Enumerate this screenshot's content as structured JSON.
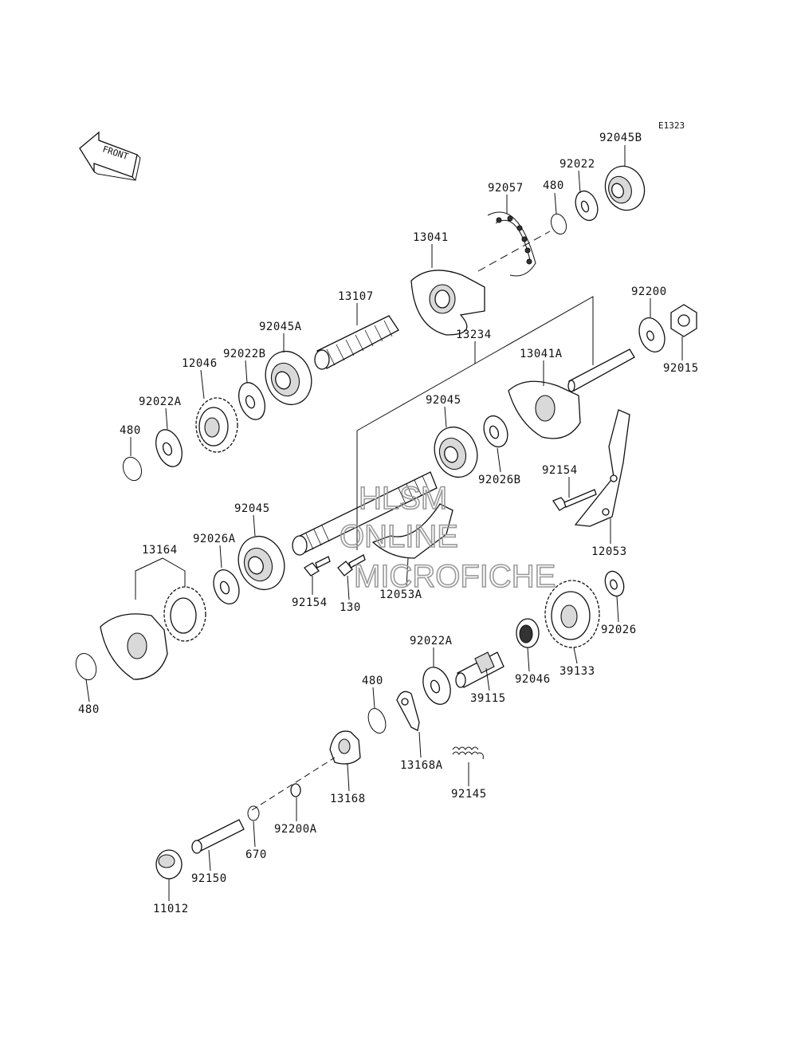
{
  "diagram_code": "E1323",
  "front_label": "FRONT",
  "watermark": [
    "HLSM",
    "ONLINE",
    "MICROFICHE"
  ],
  "part_labels": {
    "p92045B": "92045B",
    "p92022": "92022",
    "p480_top": "480",
    "p92057": "92057",
    "p13041": "13041",
    "p13107": "13107",
    "p92045A": "92045A",
    "p92022B": "92022B",
    "p12046": "12046",
    "p92022A_top": "92022A",
    "p480_left": "480",
    "p13234": "13234",
    "p92200": "92200",
    "p92015": "92015",
    "p13041A": "13041A",
    "p92045_mid": "92045",
    "p92026B": "92026B",
    "p92154_right": "92154",
    "p12053": "12053",
    "p92045_left": "92045",
    "p92026A": "92026A",
    "p13164": "13164",
    "p92154_mid": "92154",
    "p130": "130",
    "p12053A": "12053A",
    "p92026": "92026",
    "p39133": "39133",
    "p92046": "92046",
    "p39115": "39115",
    "p92022A_low": "92022A",
    "p480_bottomleft": "480",
    "p480_low": "480",
    "p13168A": "13168A",
    "p92145": "92145",
    "p13168": "13168",
    "p92200A": "92200A",
    "p670": "670",
    "p92150": "92150",
    "p11012": "11012"
  }
}
